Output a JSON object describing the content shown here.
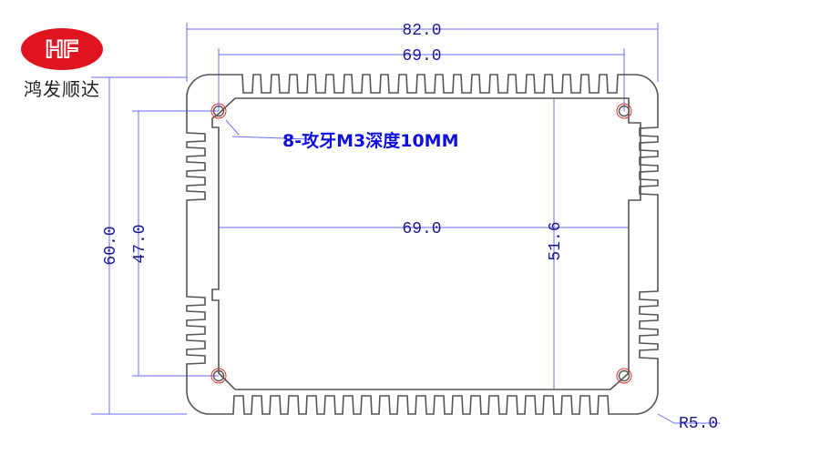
{
  "brand": {
    "logo_text": "HF",
    "name": "鸿发顺达",
    "logo_color": "#e0141e"
  },
  "dimensions": {
    "overall_width": "82.0",
    "top_inner_width": "69.0",
    "middle_width": "69.0",
    "inner_height": "51.6",
    "overall_height": "60.0",
    "hole_spacing_height": "47.0",
    "corner_radius": "R5.0"
  },
  "note": "8-攻牙M3深度10MM",
  "colors": {
    "dimension": "#1a1a8c",
    "line": "#6a6aff",
    "profile": "#555555",
    "hole_ring": "#e03030"
  }
}
